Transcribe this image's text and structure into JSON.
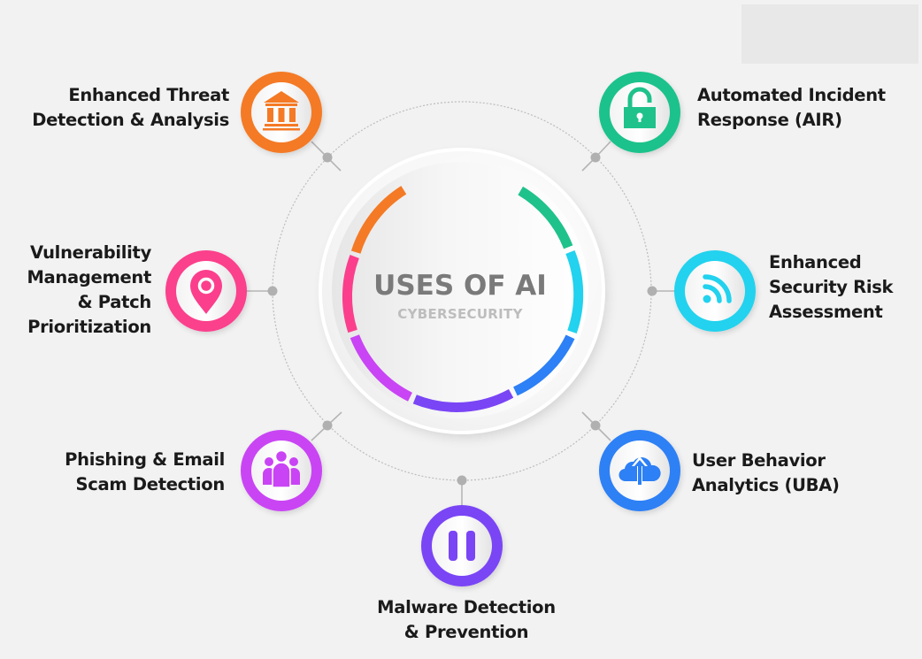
{
  "center": {
    "title": "USES OF AI",
    "subtitle": "CYBERSECURITY"
  },
  "items": [
    {
      "id": "threat-detection",
      "lines": [
        "Enhanced Threat",
        "Detection & Analysis"
      ],
      "color": "#f47a25",
      "icon": "bank-building-icon",
      "position": "top-left"
    },
    {
      "id": "incident-response",
      "lines": [
        "Automated Incident",
        "Response (AIR)"
      ],
      "color": "#1fc28b",
      "icon": "open-padlock-icon",
      "position": "top-right"
    },
    {
      "id": "vulnerability-management",
      "lines": [
        "Vulnerability",
        "Management",
        "& Patch",
        "Prioritization"
      ],
      "color": "#fb3f8c",
      "icon": "map-pin-icon",
      "position": "middle-left"
    },
    {
      "id": "security-risk",
      "lines": [
        "Enhanced",
        "Security Risk",
        "Assessment"
      ],
      "color": "#22d2ee",
      "icon": "rss-feed-icon",
      "position": "middle-right"
    },
    {
      "id": "phishing-detection",
      "lines": [
        "Phishing & Email",
        "Scam Detection"
      ],
      "color": "#c944f4",
      "icon": "user-group-icon",
      "position": "bottom-left"
    },
    {
      "id": "user-behavior",
      "lines": [
        "User Behavior",
        "Analytics (UBA)"
      ],
      "color": "#2d80f5",
      "icon": "cloud-upload-icon",
      "position": "bottom-right"
    },
    {
      "id": "malware-detection",
      "lines": [
        "Malware Detection",
        "& Prevention"
      ],
      "color": "#7a45f5",
      "icon": "pause-icon",
      "position": "bottom"
    }
  ],
  "colors": {
    "background": "#f2f2f2",
    "connector": "#b5b5b5",
    "dot": "#b0b0b0",
    "title": "#7a7a7a",
    "subtitle": "#bdbdbd",
    "label": "#1a1a1a"
  }
}
